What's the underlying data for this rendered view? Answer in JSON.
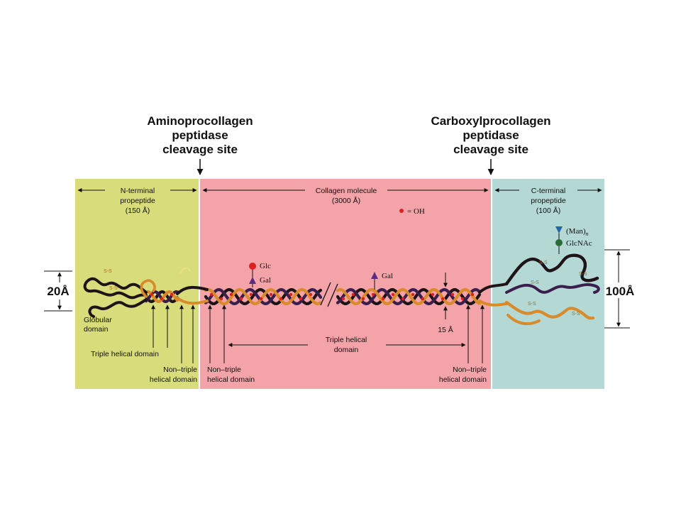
{
  "headers": {
    "amino": [
      "Aminoprocollagen",
      "peptidase",
      "cleavage site"
    ],
    "carboxyl": [
      "Carboxylprocollagen",
      "peptidase",
      "cleavage site"
    ]
  },
  "regions": {
    "n_terminal": {
      "lines": [
        "N-terminal",
        "propeptide",
        "(150 Å)"
      ],
      "color": "#d8dc7a"
    },
    "collagen": {
      "lines": [
        "Collagen molecule",
        "(3000 Å)"
      ],
      "color": "#f4a3a8"
    },
    "c_terminal": {
      "lines": [
        "C-terminal",
        "propeptide",
        "(100 Å)"
      ],
      "color": "#b4d8d3"
    }
  },
  "legend": {
    "oh_label": "= OH"
  },
  "sugars": {
    "glc": "Glc",
    "gal_left": "Gal",
    "gal_right": "Gal",
    "man_base": "(Man)",
    "man_sub": "n",
    "glcnac": "GlcNAc"
  },
  "dimensions": {
    "left": "20Å",
    "right": "100Å",
    "spacing": "15 Å"
  },
  "labels": {
    "globular": [
      "Globular",
      "domain"
    ],
    "triple_helical_left": "Triple helical domain",
    "non_triple_n": [
      "Non–triple",
      "helical domain"
    ],
    "non_triple_col_left": [
      "Non–triple",
      "helical domain"
    ],
    "triple_helical_center": [
      "Triple helical",
      "domain"
    ],
    "non_triple_col_right": [
      "Non–triple",
      "helical domain"
    ],
    "disulfide": "S-S"
  },
  "colors": {
    "strand_dark": "#1e1418",
    "strand_purple": "#3a1f4e",
    "strand_orange": "#d98a2a",
    "oh_dot": "#e02020"
  }
}
